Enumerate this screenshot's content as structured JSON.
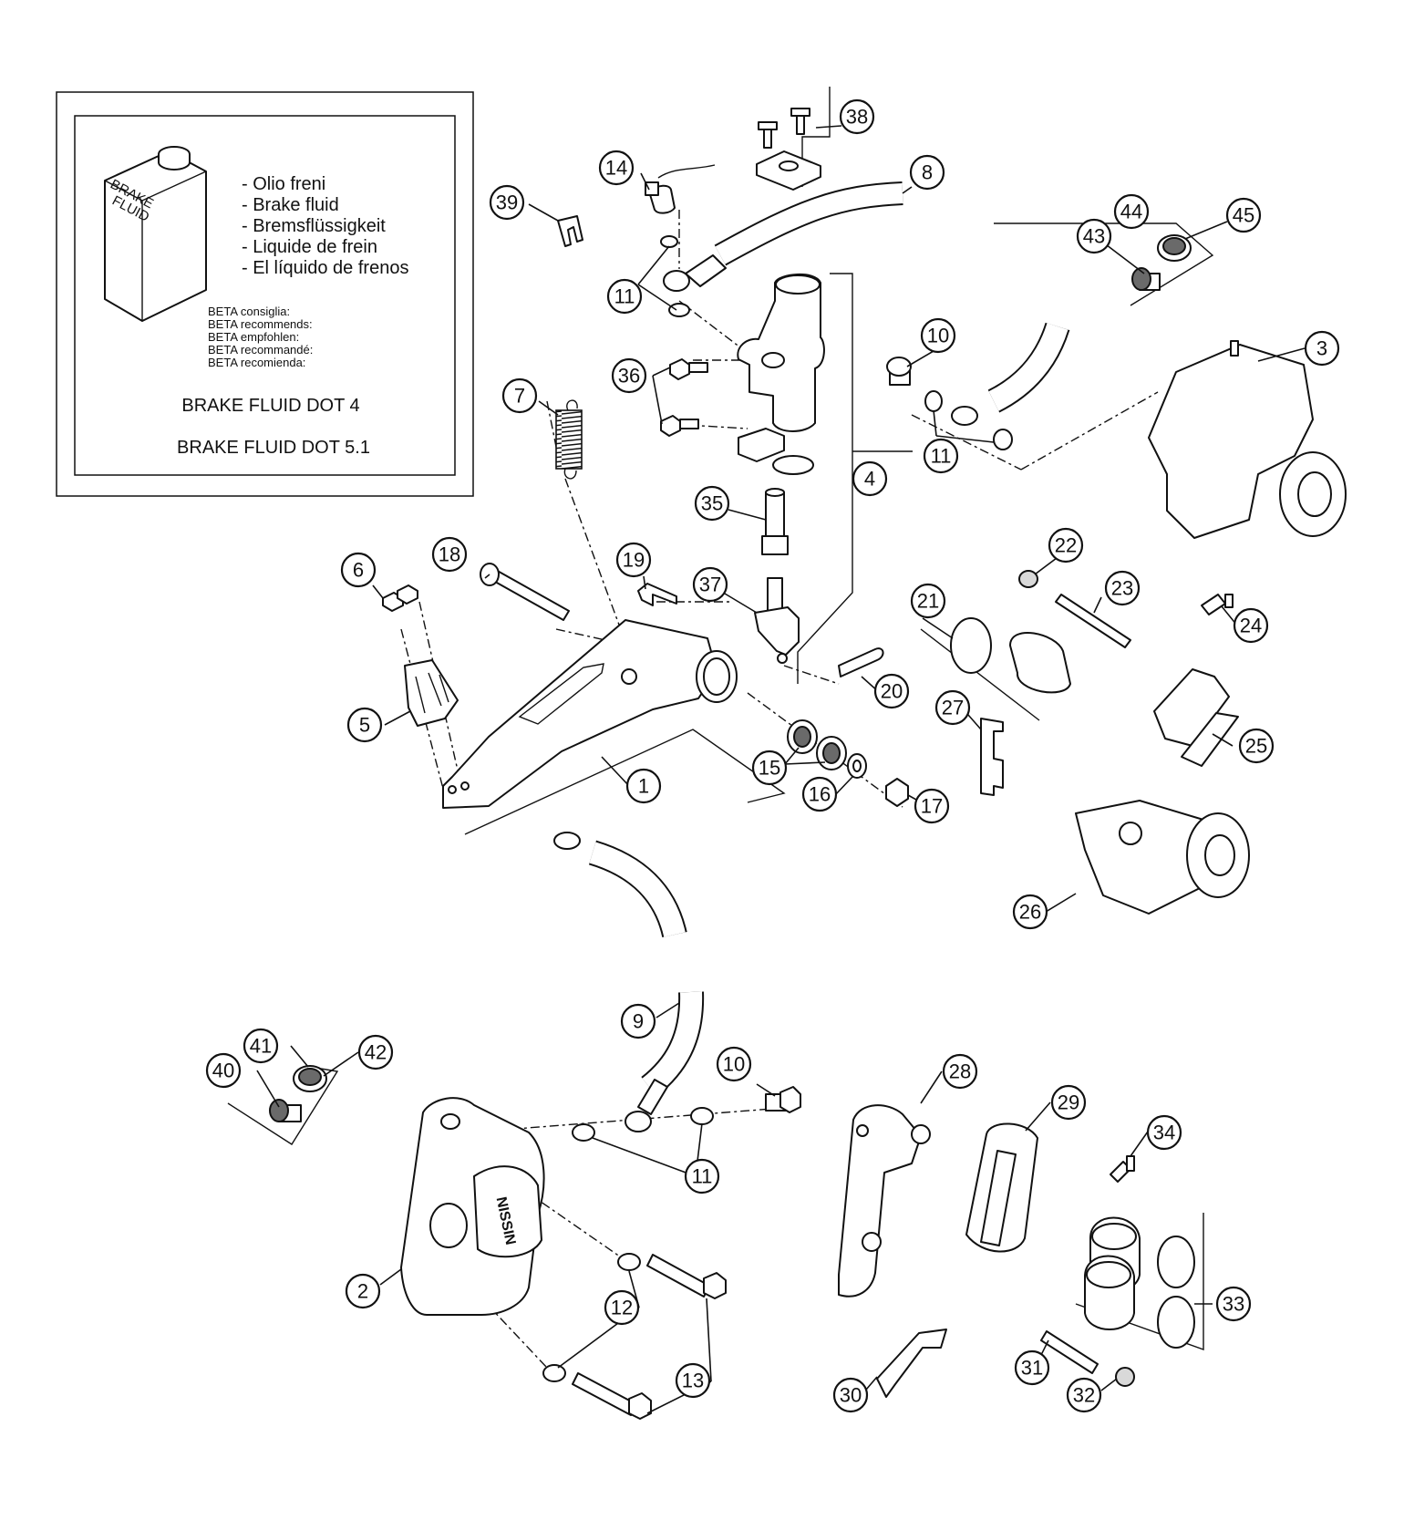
{
  "info_box": {
    "can_label_line1": "BRAKE",
    "can_label_line2": "FLUID",
    "languages": [
      "- Olio freni",
      "- Brake fluid",
      "- Bremsflüssigkeit",
      "- Liquide de frein",
      "- El líquido de frenos"
    ],
    "recommends": [
      "BETA consiglia:",
      "BETA recommends:",
      "BETA empfohlen:",
      "BETA recommandé:",
      "BETA recomienda:"
    ],
    "fluid_option_1": "BRAKE FLUID DOT 4",
    "fluid_option_2": "BRAKE FLUID DOT 5.1"
  },
  "caliper_brand": "NISSIN",
  "callouts": [
    "1",
    "2",
    "3",
    "4",
    "5",
    "6",
    "7",
    "8",
    "9",
    "10",
    "10",
    "11",
    "11",
    "11",
    "12",
    "13",
    "14",
    "15",
    "16",
    "17",
    "18",
    "19",
    "20",
    "21",
    "22",
    "23",
    "24",
    "25",
    "26",
    "27",
    "28",
    "29",
    "30",
    "31",
    "32",
    "33",
    "34",
    "35",
    "36",
    "37",
    "38",
    "39",
    "40",
    "41",
    "42",
    "43",
    "44",
    "45"
  ]
}
